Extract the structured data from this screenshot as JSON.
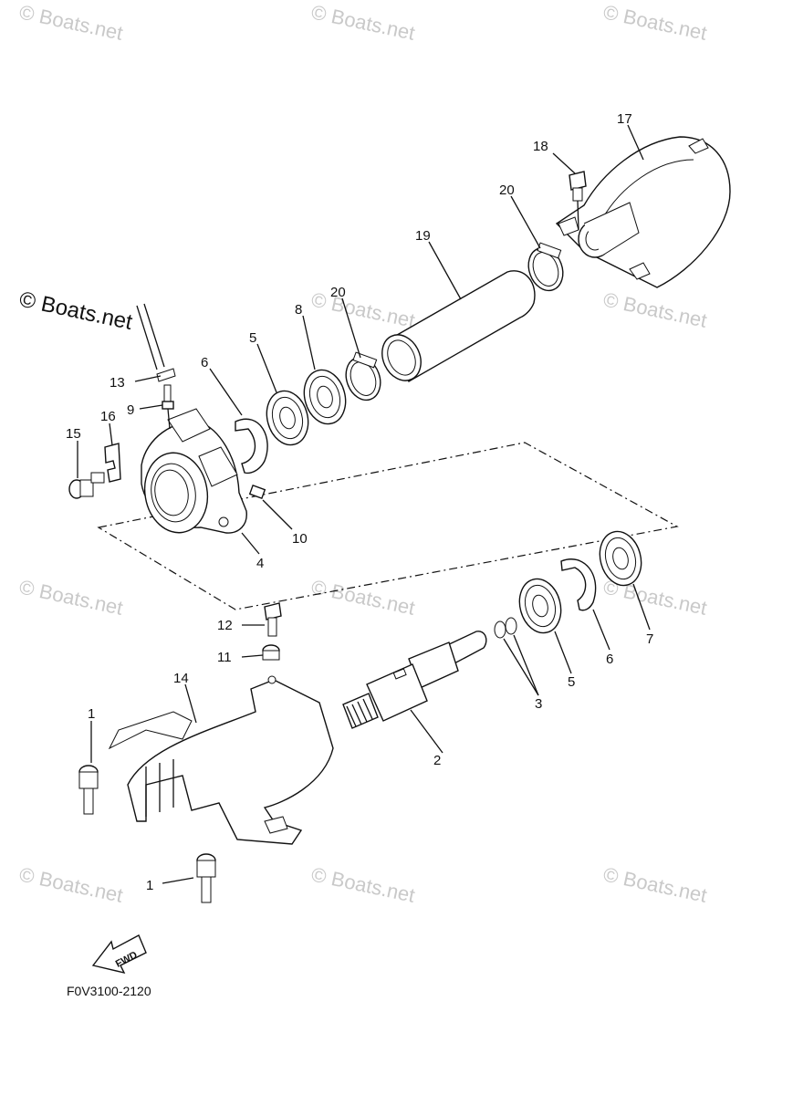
{
  "watermark": {
    "text": "© Boats.net",
    "main_text": "© Boats.net"
  },
  "diagram_code": "F0V3100-2120",
  "fwd_label": "FWD",
  "callouts": {
    "c1a": "1",
    "c1b": "1",
    "c2": "2",
    "c3": "3",
    "c4": "4",
    "c5a": "5",
    "c5b": "5",
    "c6a": "6",
    "c6b": "6",
    "c7": "7",
    "c8": "8",
    "c9": "9",
    "c10": "10",
    "c11": "11",
    "c12": "12",
    "c13": "13",
    "c14": "14",
    "c15": "15",
    "c16": "16",
    "c17": "17",
    "c18": "18",
    "c19": "19",
    "c20a": "20",
    "c20b": "20"
  }
}
